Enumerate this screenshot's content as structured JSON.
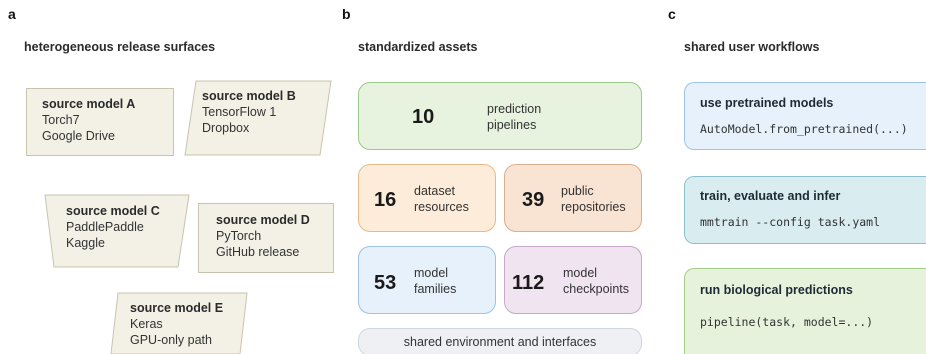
{
  "panel_a": {
    "letter": "a",
    "title": "heterogeneous release surfaces",
    "sources": [
      {
        "name": "source model A",
        "lines": [
          "Torch7",
          "Google Drive"
        ]
      },
      {
        "name": "source model B",
        "lines": [
          "TensorFlow 1",
          "Dropbox"
        ]
      },
      {
        "name": "source model C",
        "lines": [
          "PaddlePaddle",
          "Kaggle"
        ]
      },
      {
        "name": "source model D",
        "lines": [
          "PyTorch",
          "GitHub release"
        ]
      },
      {
        "name": "source model E",
        "lines": [
          "Keras",
          "GPU-only path"
        ]
      }
    ]
  },
  "panel_b": {
    "letter": "b",
    "title": "standardized assets",
    "assets": [
      {
        "count": "10",
        "label_1": "prediction",
        "label_2": "pipelines"
      },
      {
        "count": "16",
        "label_1": "dataset",
        "label_2": "resources"
      },
      {
        "count": "39",
        "label_1": "public",
        "label_2": "repositories"
      },
      {
        "count": "53",
        "label_1": "model",
        "label_2": "families"
      },
      {
        "count": "112",
        "label_1": "model",
        "label_2": "checkpoints"
      }
    ],
    "footer": "shared environment and interfaces"
  },
  "panel_c": {
    "letter": "c",
    "title": "shared user workflows",
    "workflows": [
      {
        "title": "use pretrained models",
        "code": "AutoModel.from_pretrained(...)"
      },
      {
        "title": "train, evaluate and infer",
        "code": "mmtrain --config task.yaml"
      },
      {
        "title": "run biological predictions",
        "code": "pipeline(task, model=...)"
      }
    ]
  },
  "colors": {
    "source_fill": "#f3f1e6",
    "source_border": "#c9c4ad",
    "green_fill": "#e8f3df",
    "green_border": "#9cc98a",
    "orange_fill": "#fdecd9",
    "orange_border": "#e8b98a",
    "peach_fill": "#f9e3d2",
    "peach_border": "#dcae8d",
    "blue_fill": "#e6f1fb",
    "blue_border": "#9dc3e6",
    "pink_fill": "#f1e4f1",
    "pink_border": "#c9a6cc",
    "teal_fill": "#d9ecf0",
    "teal_border": "#8cc0cc",
    "lime_fill": "#e6f2dc",
    "lime_border": "#a4cd8c"
  }
}
